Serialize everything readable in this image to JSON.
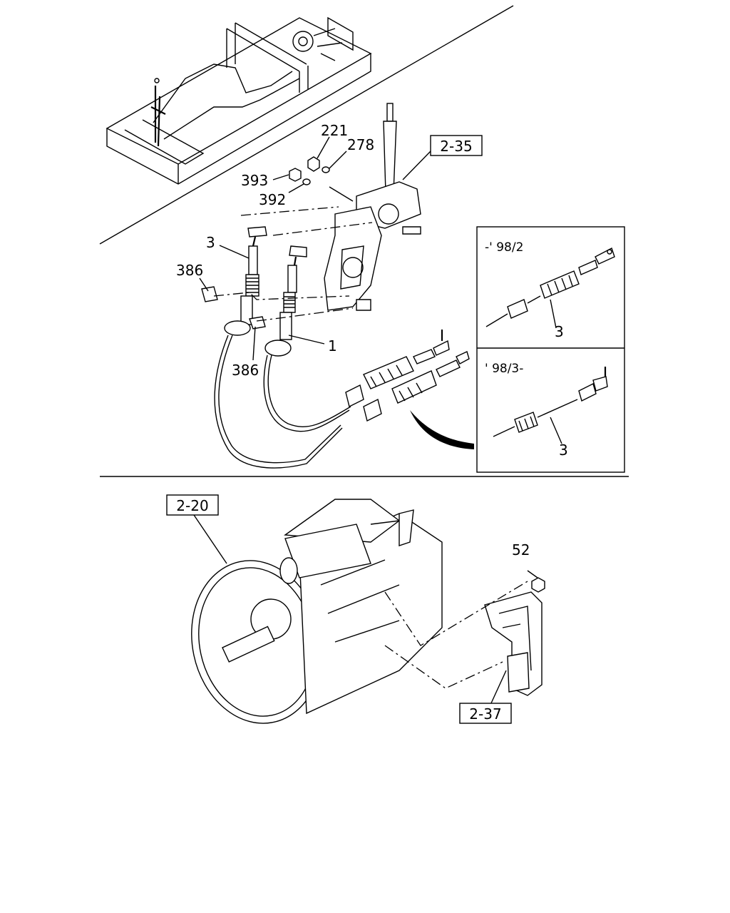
{
  "references": {
    "ref_2_35": "2-35",
    "ref_2_20": "2-20",
    "ref_2_37": "2-37"
  },
  "callouts": {
    "p221": "221",
    "p278": "278",
    "p393": "393",
    "p392": "392",
    "p3": "3",
    "p386_upper": "386",
    "p386_lower": "386",
    "p1": "1",
    "p52": "52"
  },
  "inset_early": {
    "period": "-' 98/2",
    "part": "3"
  },
  "inset_late": {
    "period": "' 98/3-",
    "part": "3"
  }
}
